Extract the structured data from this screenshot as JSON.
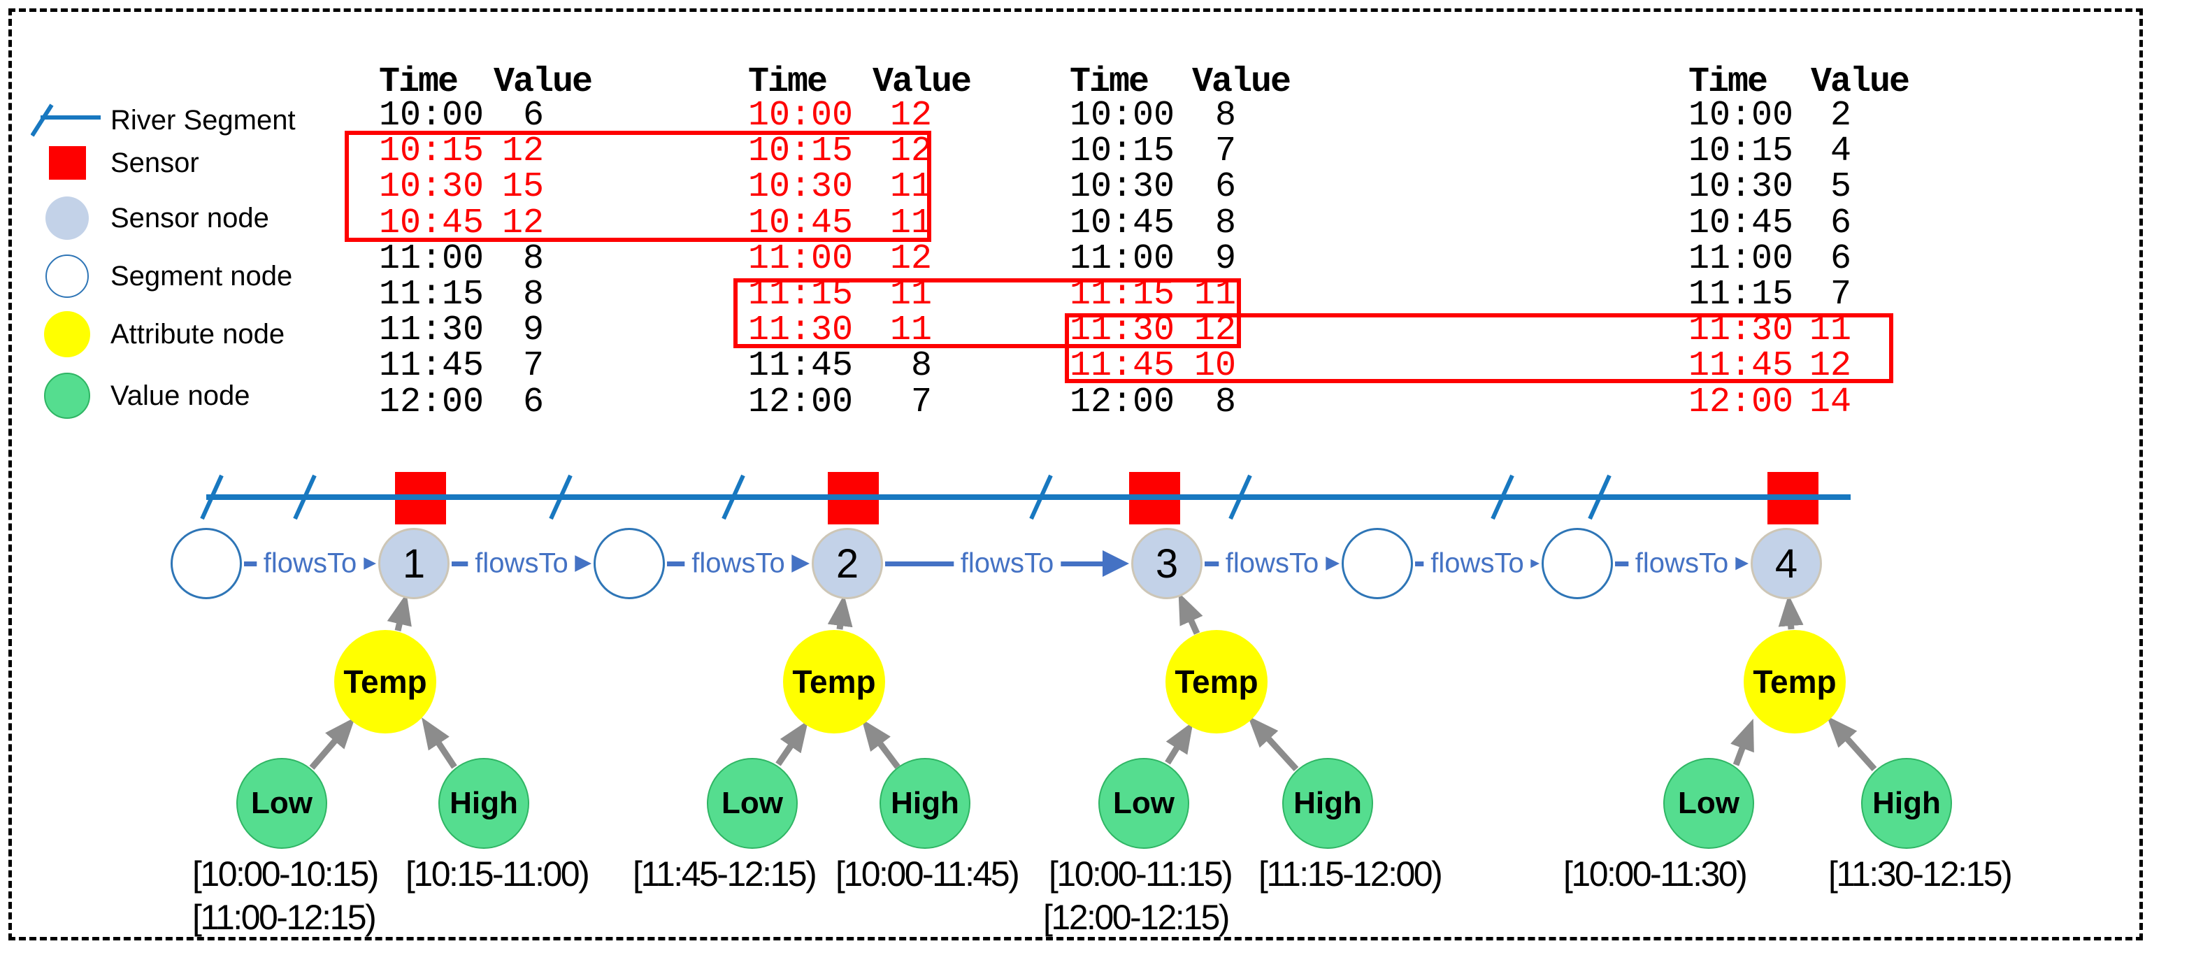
{
  "legend": {
    "items": [
      {
        "name": "river-segment",
        "label": "River Segment"
      },
      {
        "name": "sensor",
        "label": "Sensor"
      },
      {
        "name": "sensor-node",
        "label": "Sensor node"
      },
      {
        "name": "segment-node",
        "label": "Segment node"
      },
      {
        "name": "attribute-node",
        "label": "Attribute node"
      },
      {
        "name": "value-node",
        "label": "Value node"
      }
    ]
  },
  "tables": [
    {
      "headers": [
        "Time",
        "Value"
      ],
      "rows": [
        {
          "time": "10:00",
          "value": "6",
          "red": false
        },
        {
          "time": "10:15",
          "value": "12",
          "red": true
        },
        {
          "time": "10:30",
          "value": "15",
          "red": true
        },
        {
          "time": "10:45",
          "value": "12",
          "red": true
        },
        {
          "time": "11:00",
          "value": "8",
          "red": false
        },
        {
          "time": "11:15",
          "value": "8",
          "red": false
        },
        {
          "time": "11:30",
          "value": "9",
          "red": false
        },
        {
          "time": "11:45",
          "value": "7",
          "red": false
        },
        {
          "time": "12:00",
          "value": "6",
          "red": false
        }
      ]
    },
    {
      "headers": [
        "Time",
        "Value"
      ],
      "rows": [
        {
          "time": "10:00",
          "value": "12",
          "red": true
        },
        {
          "time": "10:15",
          "value": "12",
          "red": true
        },
        {
          "time": "10:30",
          "value": "11",
          "red": true
        },
        {
          "time": "10:45",
          "value": "11",
          "red": true
        },
        {
          "time": "11:00",
          "value": "12",
          "red": true
        },
        {
          "time": "11:15",
          "value": "11",
          "red": true
        },
        {
          "time": "11:30",
          "value": "11",
          "red": true
        },
        {
          "time": "11:45",
          "value": "8",
          "red": false
        },
        {
          "time": "12:00",
          "value": "7",
          "red": false
        }
      ]
    },
    {
      "headers": [
        "Time",
        "Value"
      ],
      "rows": [
        {
          "time": "10:00",
          "value": "8",
          "red": false
        },
        {
          "time": "10:15",
          "value": "7",
          "red": false
        },
        {
          "time": "10:30",
          "value": "6",
          "red": false
        },
        {
          "time": "10:45",
          "value": "8",
          "red": false
        },
        {
          "time": "11:00",
          "value": "9",
          "red": false
        },
        {
          "time": "11:15",
          "value": "11",
          "red": true
        },
        {
          "time": "11:30",
          "value": "12",
          "red": true
        },
        {
          "time": "11:45",
          "value": "10",
          "red": true
        },
        {
          "time": "12:00",
          "value": "8",
          "red": false
        }
      ]
    },
    {
      "headers": [
        "Time",
        "Value"
      ],
      "rows": [
        {
          "time": "10:00",
          "value": "2",
          "red": false
        },
        {
          "time": "10:15",
          "value": "4",
          "red": false
        },
        {
          "time": "10:30",
          "value": "5",
          "red": false
        },
        {
          "time": "10:45",
          "value": "6",
          "red": false
        },
        {
          "time": "11:00",
          "value": "6",
          "red": false
        },
        {
          "time": "11:15",
          "value": "7",
          "red": false
        },
        {
          "time": "11:30",
          "value": "11",
          "red": true
        },
        {
          "time": "11:45",
          "value": "12",
          "red": true
        },
        {
          "time": "12:00",
          "value": "14",
          "red": true
        }
      ]
    }
  ],
  "graph": {
    "edge_label": "flowsTo",
    "nodes": [
      {
        "kind": "segment",
        "label": ""
      },
      {
        "kind": "sensor",
        "label": "1"
      },
      {
        "kind": "segment",
        "label": ""
      },
      {
        "kind": "sensor",
        "label": "2"
      },
      {
        "kind": "sensor",
        "label": "3"
      },
      {
        "kind": "segment",
        "label": ""
      },
      {
        "kind": "segment",
        "label": ""
      },
      {
        "kind": "sensor",
        "label": "4"
      }
    ]
  },
  "groups": [
    {
      "attribute": "Temp",
      "low": "Low",
      "high": "High",
      "low_intervals": [
        "[10:00-10:15)",
        "[11:00-12:15)"
      ],
      "high_intervals": [
        "[10:15-11:00)"
      ]
    },
    {
      "attribute": "Temp",
      "low": "Low",
      "high": "High",
      "low_intervals": [
        "[11:45-12:15)"
      ],
      "high_intervals": [
        "[10:00-11:45)"
      ]
    },
    {
      "attribute": "Temp",
      "low": "Low",
      "high": "High",
      "low_intervals": [
        "[10:00-11:15)",
        "[12:00-12:15)"
      ],
      "high_intervals": [
        "[11:15-12:00)"
      ]
    },
    {
      "attribute": "Temp",
      "low": "Low",
      "high": "High",
      "low_intervals": [
        "[10:00-11:30)"
      ],
      "high_intervals": [
        "[11:30-12:15)"
      ]
    }
  ],
  "colors": {
    "red": "#fe0000",
    "river_blue": "#1878c0",
    "edge_blue": "#4472c4",
    "segment_outline": "#2e75b6",
    "sensor_node_fill": "#c3d2e8",
    "attribute_fill": "#ffff00",
    "value_fill": "#55dd8f",
    "value_outline": "#2fb564",
    "arrow_gray": "#8c8c8c"
  }
}
